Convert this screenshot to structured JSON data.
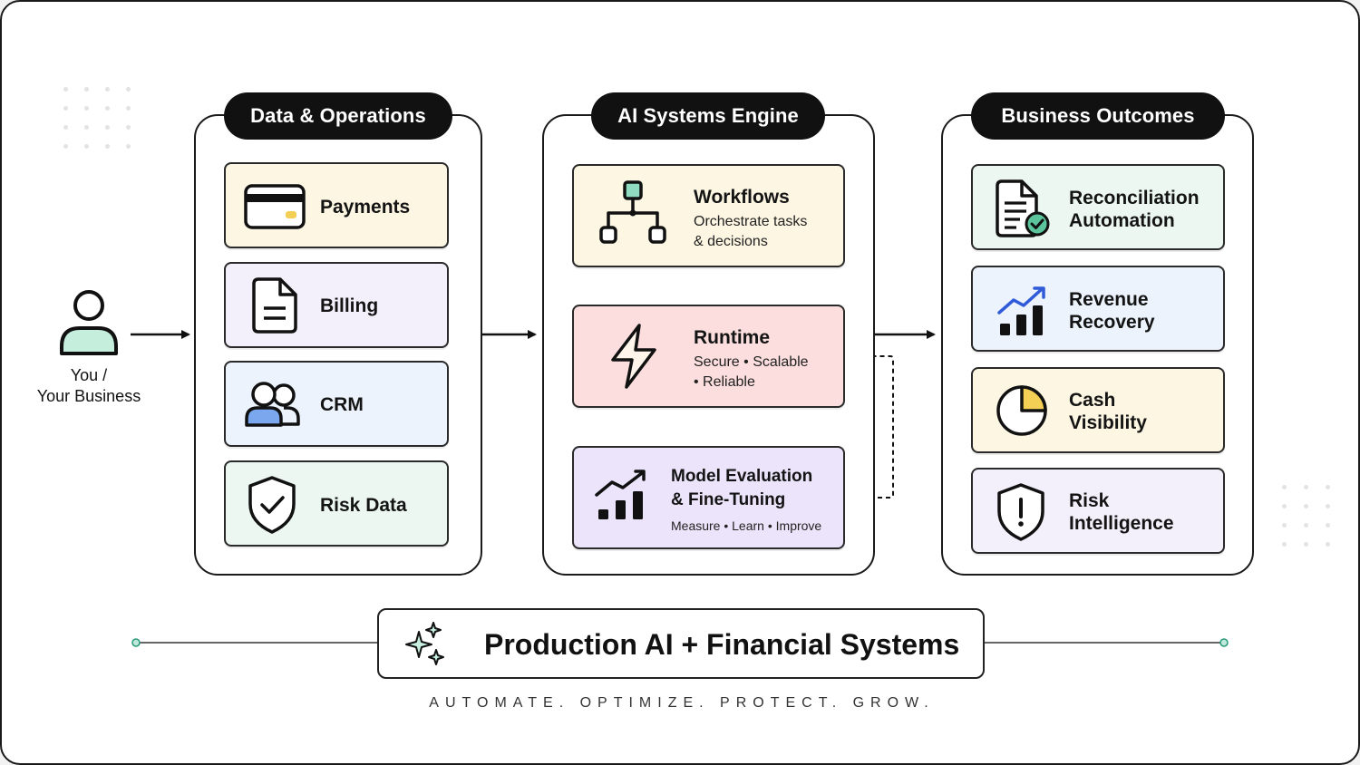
{
  "user": {
    "line1": "You /",
    "line2": "Your Business"
  },
  "columns": {
    "data_ops": {
      "title": "Data & Operations",
      "items": [
        {
          "label": "Payments"
        },
        {
          "label": "Billing"
        },
        {
          "label": "CRM"
        },
        {
          "label": "Risk Data"
        }
      ]
    },
    "ai_engine": {
      "title": "AI Systems Engine",
      "workflows": {
        "title": "Workflows",
        "sub1": "Orchestrate tasks",
        "sub2": "& decisions"
      },
      "runtime": {
        "title": "Runtime",
        "sub1": "Secure • Scalable",
        "sub2": "• Reliable"
      },
      "model_eval": {
        "title1": "Model Evaluation",
        "title2": "& Fine-Tuning",
        "sub": "Measure • Learn • Improve"
      }
    },
    "outcomes": {
      "title": "Business Outcomes",
      "items": [
        {
          "line1": "Reconciliation",
          "line2": "Automation"
        },
        {
          "line1": "Revenue",
          "line2": "Recovery"
        },
        {
          "line1": "Cash",
          "line2": "Visibility"
        },
        {
          "line1": "Risk",
          "line2": "Intelligence"
        }
      ]
    }
  },
  "banner": {
    "title": "Production AI + Financial Systems",
    "tagline": "AUTOMATE. OPTIMIZE. PROTECT. GROW."
  },
  "colors": {
    "accent_teal": "#5bbf9f",
    "payments_bg": "#fdf6e3",
    "billing_bg": "#f4f0fb",
    "crm_bg": "#ecf3fd",
    "risk_bg": "#ecf7f2",
    "runtime_bg": "#fbdedd",
    "model_bg": "#ebe4fb",
    "revenue_arrow": "#2f5bd8"
  },
  "icons": {
    "user": "user-icon",
    "payments": "credit-card-icon",
    "billing": "document-icon",
    "crm": "users-icon",
    "risk_data": "shield-check-icon",
    "workflows": "workflow-tree-icon",
    "runtime": "lightning-icon",
    "model_eval": "growth-chart-icon",
    "reconciliation": "document-check-icon",
    "revenue": "bar-chart-arrow-icon",
    "cash": "pie-chart-icon",
    "risk_intel": "shield-alert-icon",
    "banner": "sparkles-icon"
  }
}
